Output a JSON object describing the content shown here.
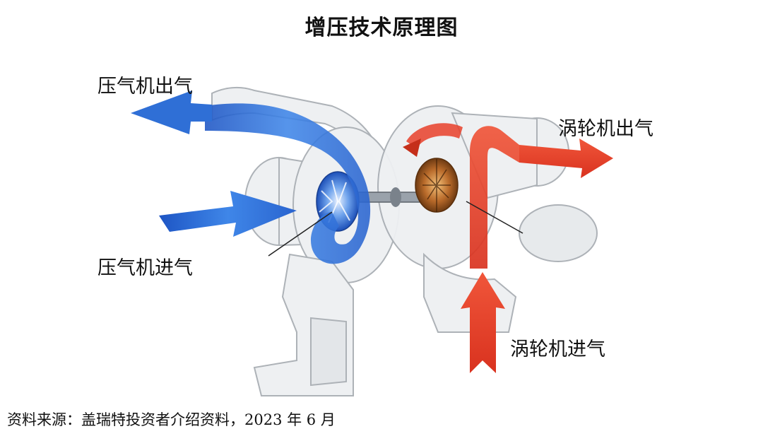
{
  "title": "增压技术原理图",
  "labels": {
    "compressor_out": "压气机出气",
    "compressor_in": "压气机进气",
    "turbine_out": "涡轮机出气",
    "turbine_in": "涡轮机进气"
  },
  "source": "资料来源：盖瑞特投资者介绍资料，2023 年 6 月",
  "colors": {
    "compressor_flow": "#2f6fd6",
    "turbine_flow": "#e8402a",
    "housing": "#c9cdd2",
    "background": "#ffffff"
  }
}
